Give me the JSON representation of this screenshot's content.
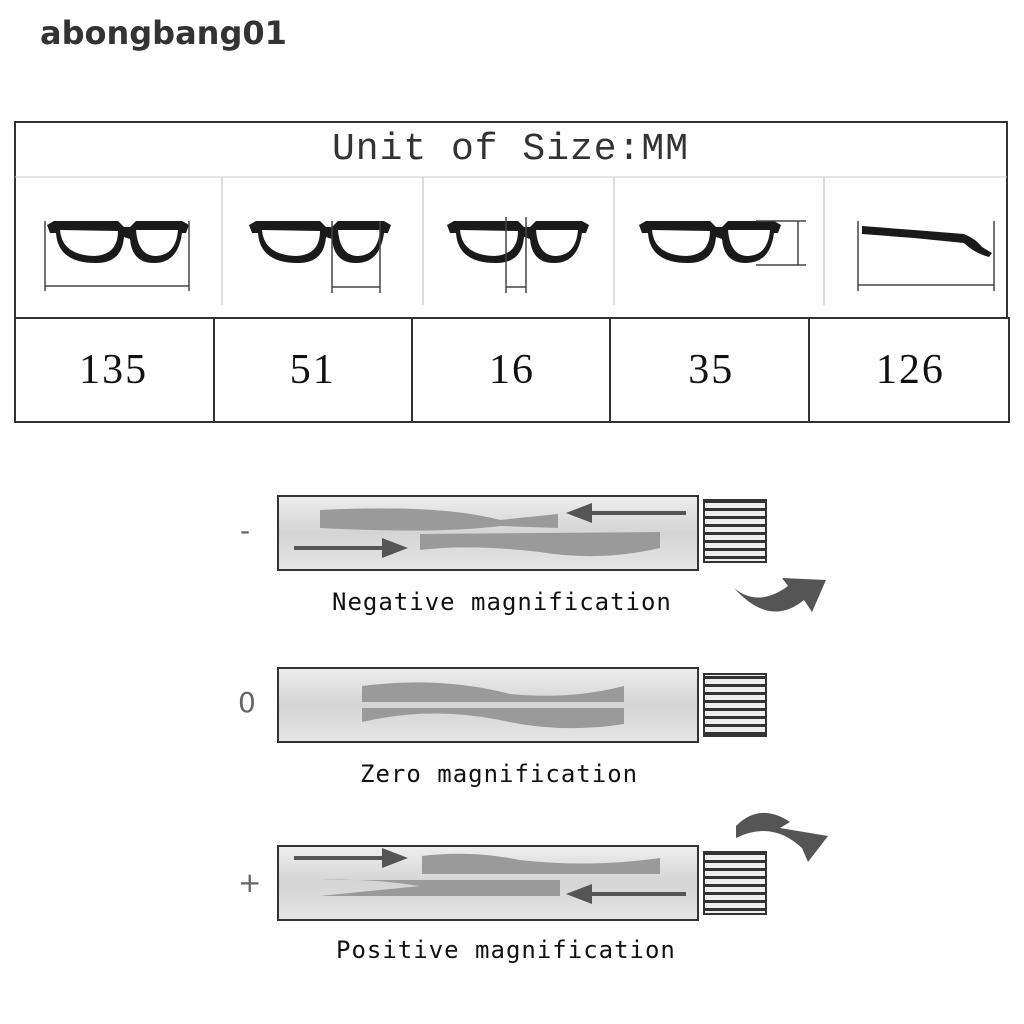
{
  "watermark": "abongbang01",
  "size_table": {
    "unit_title": "Unit of Size:MM",
    "values": [
      "135",
      "51",
      "16",
      "35",
      "126"
    ],
    "icons": [
      "glasses-total-width-icon",
      "glasses-lens-width-icon",
      "glasses-bridge-width-icon",
      "glasses-lens-height-icon",
      "glasses-temple-length-icon"
    ]
  },
  "magnification": {
    "negative": {
      "sign": "-",
      "caption": "Negative magnification"
    },
    "zero": {
      "sign": "0",
      "caption": "Zero magnification"
    },
    "positive": {
      "sign": "+",
      "caption": "Positive magnification"
    }
  },
  "colors": {
    "tube": "#d8d8d8",
    "lens_shape": "#9a9a9a",
    "arrow": "#555555",
    "border": "#333333"
  }
}
